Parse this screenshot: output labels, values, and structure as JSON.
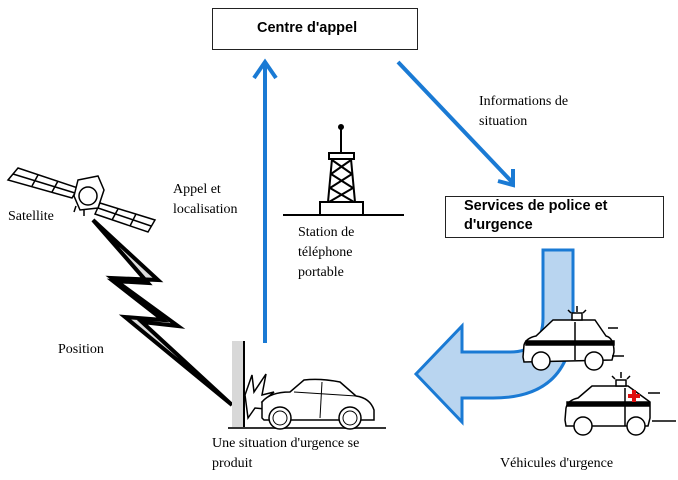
{
  "nodes": {
    "call_center": "Centre d'appel",
    "services_line1": "Services de police et",
    "services_line2": "d'urgence"
  },
  "labels": {
    "info_line1": "Informations de",
    "info_line2": "situation",
    "appel_line1": "Appel et",
    "appel_line2": "localisation",
    "satellite": "Satellite",
    "station_line1": "Station de",
    "station_line2": "téléphone",
    "station_line3": "portable",
    "position": "Position",
    "incident_line1": "Une situation d'urgence se",
    "incident_line2": "produit",
    "vehicles": "Véhicules d'urgence"
  },
  "colors": {
    "arrow_blue": "#1a7ad4",
    "arrow_fill": "#b9d5f0",
    "lightning_fill": "#dcdcdc",
    "red_cross": "#e01010"
  }
}
